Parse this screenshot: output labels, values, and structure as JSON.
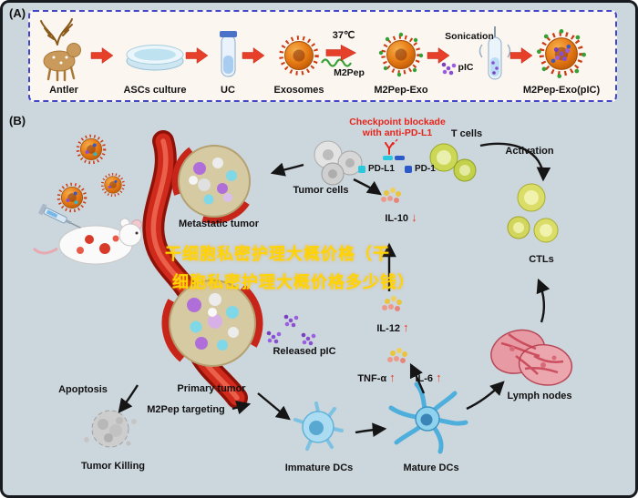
{
  "watermark": {
    "line1": "干细胞私密护理大概价格（干",
    "line2": "细胞私密护理大概价格多少钱）"
  },
  "panel_a": {
    "label": "(A)",
    "steps": {
      "antler": "Antler",
      "ascs_culture": "ASCs culture",
      "uc": "UC",
      "exosomes": "Exosomes",
      "m2pep_exo": "M2Pep-Exo",
      "m2pep_exo_pic": "M2Pep-Exo(pIC)"
    },
    "annotations": {
      "temperature": "37℃",
      "m2pep": "M2Pep",
      "sonication": "Sonication",
      "pic": "pIC"
    }
  },
  "panel_b": {
    "label": "(B)",
    "checkpoint_line1": "Checkpoint blockade",
    "checkpoint_line2": "with anti-PD-L1",
    "t_cells": "T cells",
    "pd_l1": "PD-L1",
    "pd_1": "PD-1",
    "activation": "Activation",
    "tumor_cells": "Tumor cells",
    "metastatic_tumor": "Metastatic tumor",
    "ctls": "CTLs",
    "released_pic": "Released pIC",
    "lymph_nodes": "Lymph nodes",
    "apoptosis": "Apoptosis",
    "primary_tumor": "Primary tumor",
    "m2pep_targeting": "M2Pep targeting",
    "tumor_killing": "Tumor Killing",
    "immature_dcs": "Immature DCs",
    "mature_dcs": "Mature DCs",
    "cytokines": {
      "il10": "IL-10",
      "il10_dir": "↓",
      "il12": "IL-12",
      "il12_dir": "↑",
      "tnf": "TNF-α",
      "tnf_dir": "↑",
      "il6": "IL-6",
      "il6_dir": "↑"
    }
  },
  "colors": {
    "accent_red": "#e6402b",
    "watermark_yellow": "#ffd400",
    "panel_border_blue": "#4147c8",
    "pd_l1_cyan": "#2ac8dc",
    "pd_1_blue": "#2b5ac8"
  }
}
